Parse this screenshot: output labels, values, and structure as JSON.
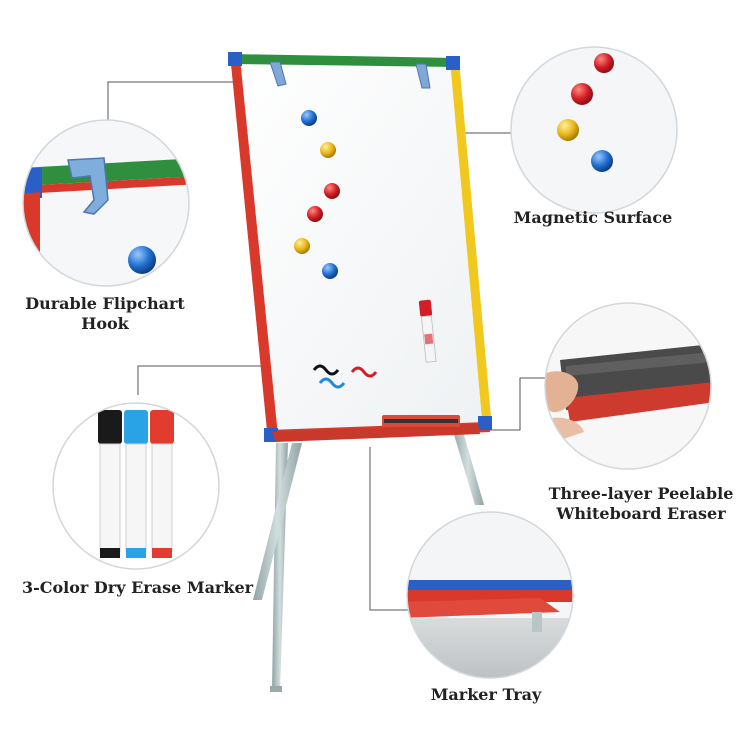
{
  "labels": {
    "hook_line1": "Durable Flipchart",
    "hook_line2": "Hook",
    "magnetic": "Magnetic Surface",
    "eraser_line1": "Three-layer Peelable",
    "eraser_line2": "Whiteboard Eraser",
    "marker": "3-Color Dry Erase Marker",
    "tray": "Marker Tray"
  },
  "colors": {
    "frame_green": "#2f8f3e",
    "frame_blue": "#2a5fc7",
    "frame_red": "#d8392b",
    "frame_yellow": "#f1c81e",
    "leg_grey": "#b4c3c3",
    "magnet_red": "#d21f27",
    "magnet_blue": "#1f6fd0",
    "magnet_yellow": "#e9b617"
  },
  "icons": [
    "hook-icon",
    "magnet-icon",
    "eraser-icon",
    "marker-icon",
    "tray-icon"
  ]
}
